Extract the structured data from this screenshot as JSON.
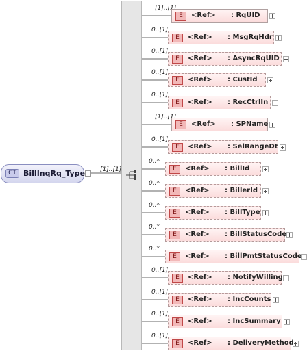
{
  "complex_type": {
    "tag": "CT",
    "name": "BillInqRq_Type",
    "multiplicity": "[1]..[1]"
  },
  "elements": [
    {
      "occurs": "[1]..[1]",
      "tag": "E",
      "ref": "<Ref>",
      "name": ": RqUID",
      "optional": false
    },
    {
      "occurs": "0..[1]",
      "tag": "E",
      "ref": "<Ref>",
      "name": ": MsgRqHdr",
      "optional": true
    },
    {
      "occurs": "0..[1]",
      "tag": "E",
      "ref": "<Ref>",
      "name": ": AsyncRqUID",
      "optional": true
    },
    {
      "occurs": "0..[1]",
      "tag": "E",
      "ref": "<Ref>",
      "name": ": CustId",
      "optional": true
    },
    {
      "occurs": "0..[1]",
      "tag": "E",
      "ref": "<Ref>",
      "name": ": RecCtrlIn",
      "optional": true
    },
    {
      "occurs": "[1]..[1]",
      "tag": "E",
      "ref": "<Ref>",
      "name": ": SPName",
      "optional": false
    },
    {
      "occurs": "0..[1]",
      "tag": "E",
      "ref": "<Ref>",
      "name": ": SelRangeDt",
      "optional": true
    },
    {
      "occurs": "0..*",
      "tag": "E",
      "ref": "<Ref>",
      "name": ": BillId",
      "optional": true
    },
    {
      "occurs": "0..*",
      "tag": "E",
      "ref": "<Ref>",
      "name": ": BillerId",
      "optional": true
    },
    {
      "occurs": "0..*",
      "tag": "E",
      "ref": "<Ref>",
      "name": ": BillType",
      "optional": true
    },
    {
      "occurs": "0..*",
      "tag": "E",
      "ref": "<Ref>",
      "name": ": BillStatusCode",
      "optional": true
    },
    {
      "occurs": "0..*",
      "tag": "E",
      "ref": "<Ref>",
      "name": ": BillPmtStatusCode",
      "optional": true
    },
    {
      "occurs": "0..[1]",
      "tag": "E",
      "ref": "<Ref>",
      "name": ": NotifyWilling",
      "optional": true
    },
    {
      "occurs": "0..[1]",
      "tag": "E",
      "ref": "<Ref>",
      "name": ": IncCounts",
      "optional": true
    },
    {
      "occurs": "0..[1]",
      "tag": "E",
      "ref": "<Ref>",
      "name": ": IncSummary",
      "optional": true
    },
    {
      "occurs": "0..[1]",
      "tag": "E",
      "ref": "<Ref>",
      "name": ": DeliveryMethod",
      "optional": true
    }
  ]
}
